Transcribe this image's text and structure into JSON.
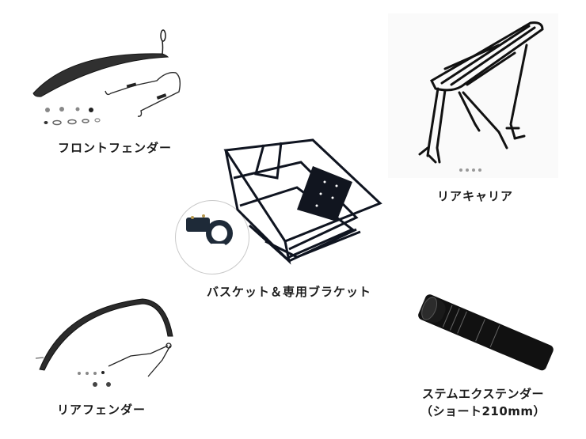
{
  "products": [
    {
      "id": "front-fender",
      "label": "フロントフェンダー",
      "icon": "front-fender-image"
    },
    {
      "id": "rear-carrier",
      "label": "リアキャリア",
      "icon": "rear-carrier-image"
    },
    {
      "id": "basket",
      "label": "バスケット＆専用ブラケット",
      "icon": "basket-with-bracket-image"
    },
    {
      "id": "rear-fender",
      "label": "リアフェンダー",
      "icon": "rear-fender-image"
    },
    {
      "id": "stem-extender",
      "label": "ステムエクステンダー",
      "sublabel": "（ショート210mm）",
      "icon": "stem-extender-image"
    }
  ],
  "colors": {
    "background": "#ffffff",
    "product": "#1a1a1a",
    "carrier_bg": "#fafafa",
    "circle_border": "#c9c9c9"
  }
}
